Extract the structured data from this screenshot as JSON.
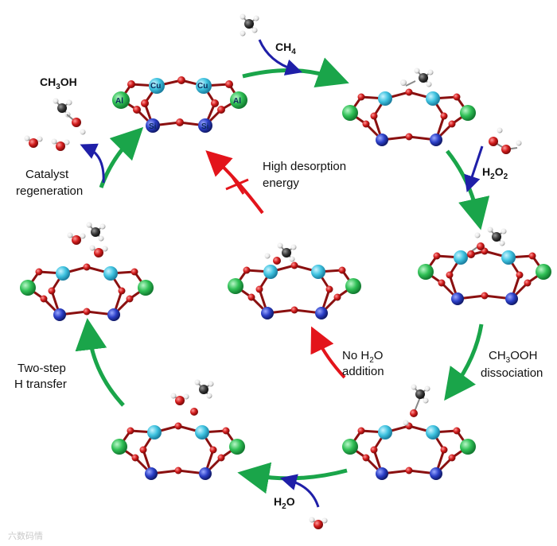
{
  "labels": {
    "ch4": "CH",
    "ch4_sub": "4",
    "h2o2": "H",
    "h2o2_sub1": "2",
    "h2o2_mid": "O",
    "h2o2_sub2": "2",
    "ch3ooh_a": "CH",
    "ch3ooh_sub": "3",
    "ch3ooh_b": "OOH",
    "ch3ooh_line2": "dissociation",
    "h2o_a": "H",
    "h2o_sub": "2",
    "h2o_b": "O",
    "twostep_line1": "Two-step",
    "twostep_line2": "H transfer",
    "catalyst_line1": "Catalyst",
    "catalyst_line2": "regeneration",
    "ch3oh_a": "CH",
    "ch3oh_sub": "3",
    "ch3oh_b": "OH",
    "high_line1": "High desorption",
    "high_line2": "energy",
    "noh2o_a": "No H",
    "noh2o_sub": "2",
    "noh2o_b": "O",
    "noh2o_line2": "addition"
  },
  "atom_labels": {
    "cu": "Cu",
    "al": "Al",
    "si": "Si"
  },
  "watermark": "六数码情",
  "colors": {
    "green_arrow": "#1aa54a",
    "red_arrow": "#e3141b",
    "blue_arrow": "#1f1fa8",
    "cu": "#3fc3e0",
    "al": "#2fbf55",
    "si": "#2b3fc7",
    "o": "#d11b1b",
    "c": "#3c3c3c",
    "h": "#f0f0f0"
  }
}
